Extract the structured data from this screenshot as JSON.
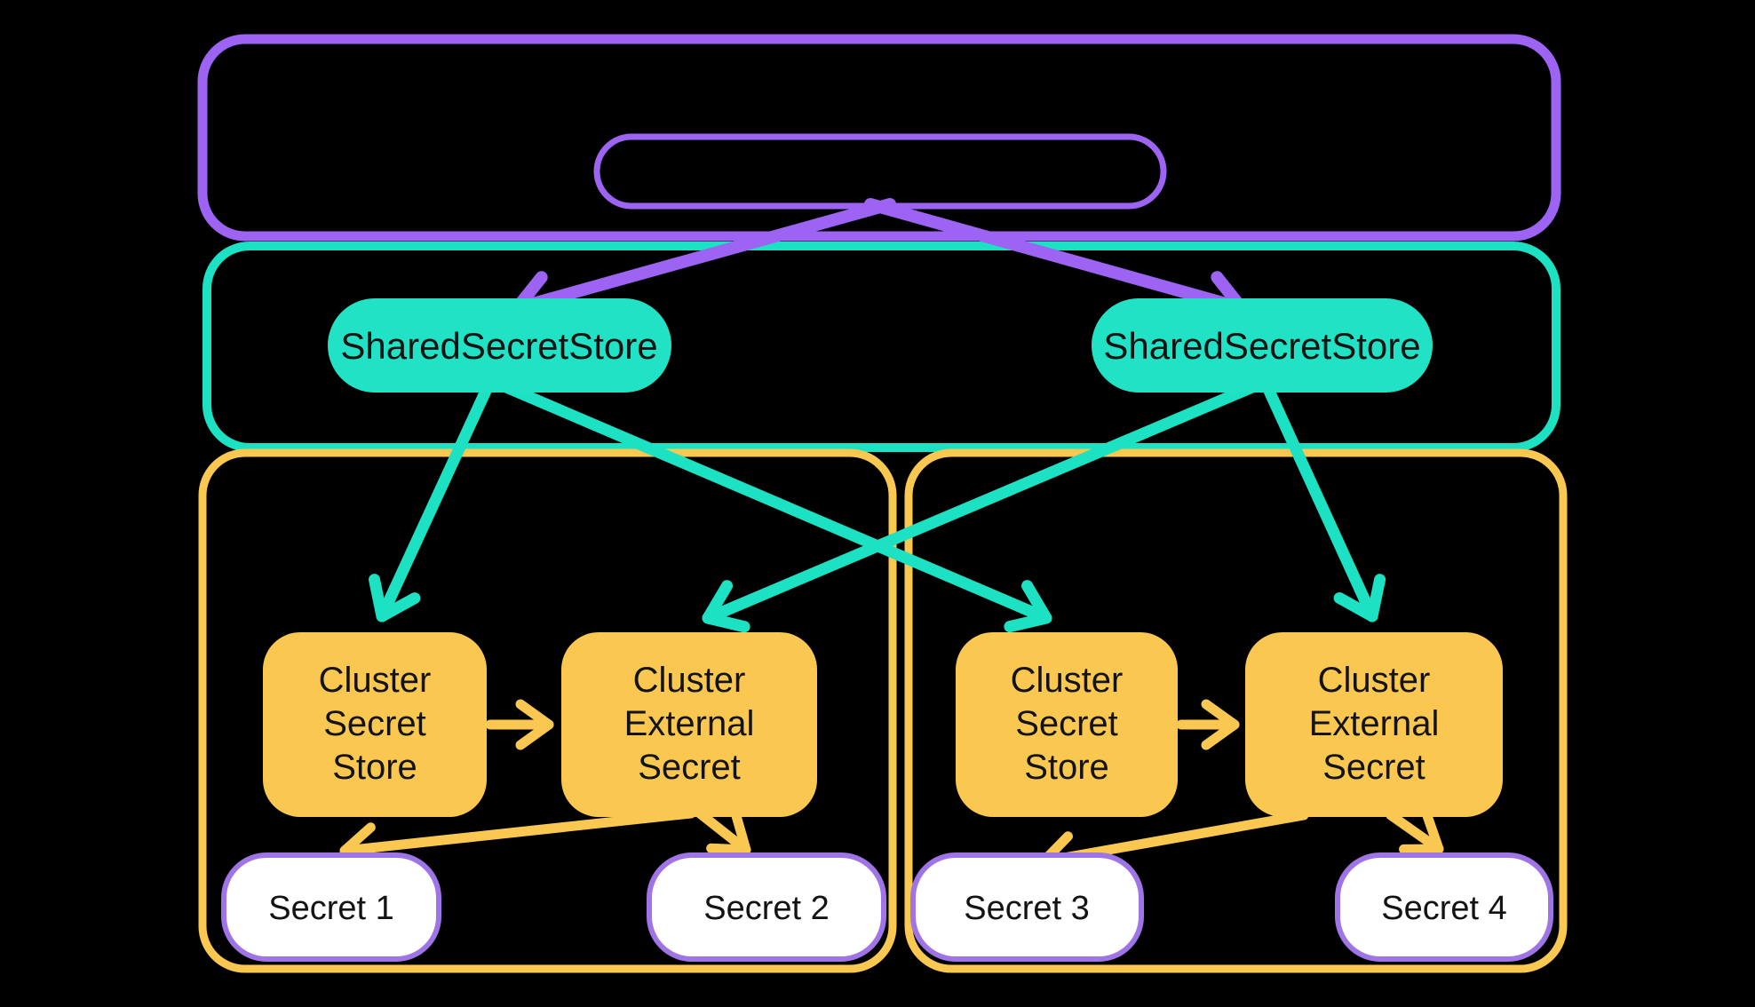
{
  "colors": {
    "background": "#000000",
    "purple": "#9D63F3",
    "teal": "#1CE1C2",
    "yellow": "#FAC851",
    "secret_pill_fill": "#FFFFFF",
    "secret_pill_border": "#9F74E6",
    "text": "#131313"
  },
  "nodes": {
    "shared_secret_store_left": {
      "label": "SharedSecretStore"
    },
    "shared_secret_store_right": {
      "label": "SharedSecretStore"
    },
    "cluster_secret_store_left": {
      "lines": [
        "Cluster",
        "Secret",
        "Store"
      ]
    },
    "cluster_external_secret_left": {
      "lines": [
        "Cluster",
        "External",
        "Secret"
      ]
    },
    "cluster_secret_store_right": {
      "lines": [
        "Cluster",
        "Secret",
        "Store"
      ]
    },
    "cluster_external_secret_right": {
      "lines": [
        "Cluster",
        "External",
        "Secret"
      ]
    },
    "secret_1": {
      "label": "Secret 1"
    },
    "secret_2": {
      "label": "Secret 2"
    },
    "secret_3": {
      "label": "Secret 3"
    },
    "secret_4": {
      "label": "Secret 4"
    }
  },
  "edges": [
    {
      "from": "control-pill",
      "to": "shared-secret-store-left",
      "color": "purple"
    },
    {
      "from": "control-pill",
      "to": "shared-secret-store-right",
      "color": "purple"
    },
    {
      "from": "shared-secret-store-left",
      "to": "cluster-secret-store-left",
      "color": "teal"
    },
    {
      "from": "shared-secret-store-left",
      "to": "cluster-secret-store-right",
      "color": "teal"
    },
    {
      "from": "shared-secret-store-right",
      "to": "cluster-external-secret-left",
      "color": "teal"
    },
    {
      "from": "shared-secret-store-right",
      "to": "cluster-external-secret-right",
      "color": "teal"
    },
    {
      "from": "cluster-secret-store-left",
      "to": "cluster-external-secret-left",
      "color": "yellow"
    },
    {
      "from": "cluster-external-secret-left",
      "to": "secret-1",
      "color": "yellow"
    },
    {
      "from": "cluster-external-secret-left",
      "to": "secret-2",
      "color": "yellow"
    },
    {
      "from": "cluster-secret-store-right",
      "to": "cluster-external-secret-right",
      "color": "yellow"
    },
    {
      "from": "cluster-external-secret-right",
      "to": "secret-3",
      "color": "yellow"
    },
    {
      "from": "cluster-external-secret-right",
      "to": "secret-4",
      "color": "yellow"
    }
  ]
}
